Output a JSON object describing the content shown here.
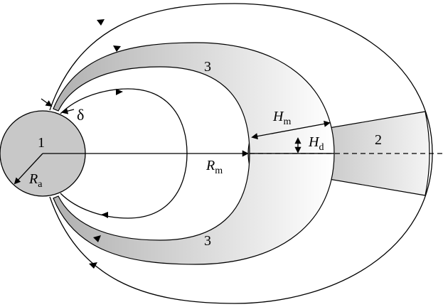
{
  "labels": {
    "star": "1",
    "disk": "2",
    "funnel_top": "3",
    "funnel_bottom": "3",
    "delta": "δ",
    "radius_star_main": "R",
    "radius_star_sub": "a",
    "magnetospheric_main": "R",
    "magnetospheric_sub": "m",
    "hm_main": "H",
    "hm_sub": "m",
    "hd_main": "H",
    "hd_sub": "d"
  },
  "colors": {
    "stroke": "#000000",
    "star_fill": "#c8c8c8",
    "shade_dark": "#b4b4b4",
    "shade_light": "#ffffff"
  }
}
